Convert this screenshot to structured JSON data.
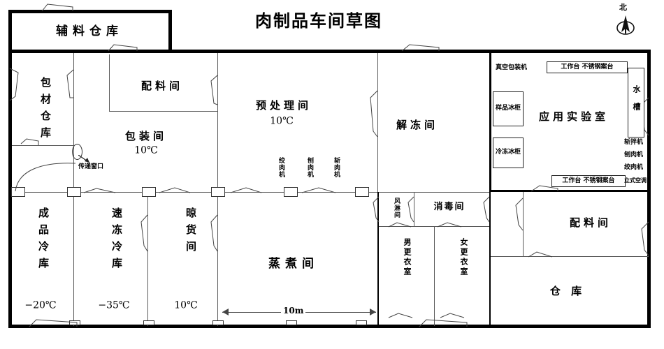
{
  "title": "肉制品车间草图",
  "compass": {
    "label": "北",
    "icon": "north-arrow-icon"
  },
  "dimension": {
    "value": "10m"
  },
  "callout": {
    "transfer_window": "传递窗口",
    "icon": "ellipse-pointer-icon"
  },
  "rooms": [
    {
      "id": "fuliao-cangku",
      "name": "辅料仓库",
      "temp": ""
    },
    {
      "id": "baocai-cangku",
      "name": "包材仓库",
      "temp": ""
    },
    {
      "id": "peiliao-jian-1",
      "name": "配料间",
      "temp": ""
    },
    {
      "id": "baozhuang-jian",
      "name": "包装间",
      "temp": "10℃"
    },
    {
      "id": "yuchuli-jian",
      "name": "预处理间",
      "temp": "10℃"
    },
    {
      "id": "jiedong-jian",
      "name": "解冻间",
      "temp": ""
    },
    {
      "id": "yingyong-shys",
      "name": "应用实验室",
      "temp": ""
    },
    {
      "id": "chengpin-lengku",
      "name": "成品冷库",
      "temp": "−20℃"
    },
    {
      "id": "sudong-lengku",
      "name": "速冻冷库",
      "temp": "−35℃"
    },
    {
      "id": "lianghuo-jian",
      "name": "晾货间",
      "temp": "10℃"
    },
    {
      "id": "zhengzhu-jian",
      "name": "蒸煮间",
      "temp": ""
    },
    {
      "id": "fenglin-jian",
      "name": "风淋间",
      "temp": ""
    },
    {
      "id": "xiaodu-jian",
      "name": "消毒间",
      "temp": ""
    },
    {
      "id": "nan-gengyishi",
      "name": "男更衣室",
      "temp": ""
    },
    {
      "id": "nv-gengyishi",
      "name": "女更衣室",
      "temp": ""
    },
    {
      "id": "peiliao-jian-2",
      "name": "配料间",
      "temp": ""
    },
    {
      "id": "cangku",
      "name": "仓  库",
      "temp": ""
    }
  ],
  "equipment": {
    "pretreatment": [
      {
        "id": "jiaorouji",
        "name": "绞肉机"
      },
      {
        "id": "baorouji",
        "name": "刨肉机"
      },
      {
        "id": "zhanrouji",
        "name": "斩肉机"
      }
    ],
    "lab": [
      {
        "id": "zhenkong-baozhuangji",
        "name": "真空包装机"
      },
      {
        "id": "gongzuotai-top",
        "name": "工作台  不锈钢案台"
      },
      {
        "id": "yangpin-binggui",
        "name": "样品冰柜"
      },
      {
        "id": "lengdong-binggui",
        "name": "冷冻冰柜"
      },
      {
        "id": "shuicao",
        "name": "水槽"
      },
      {
        "id": "gongzuotai-bottom",
        "name": "工作台  不锈钢案台"
      }
    ],
    "lab_right_list": [
      {
        "id": "zhanbanji",
        "name": "斩拌机"
      },
      {
        "id": "baorouji-2",
        "name": "刨肉机"
      },
      {
        "id": "jiaorouji-2",
        "name": "绞肉机"
      },
      {
        "id": "lishi-kongtiao",
        "name": "立式空调"
      }
    ]
  },
  "colors": {
    "wall": "#000000",
    "partition": "#5a5a5a",
    "background": "#ffffff"
  }
}
